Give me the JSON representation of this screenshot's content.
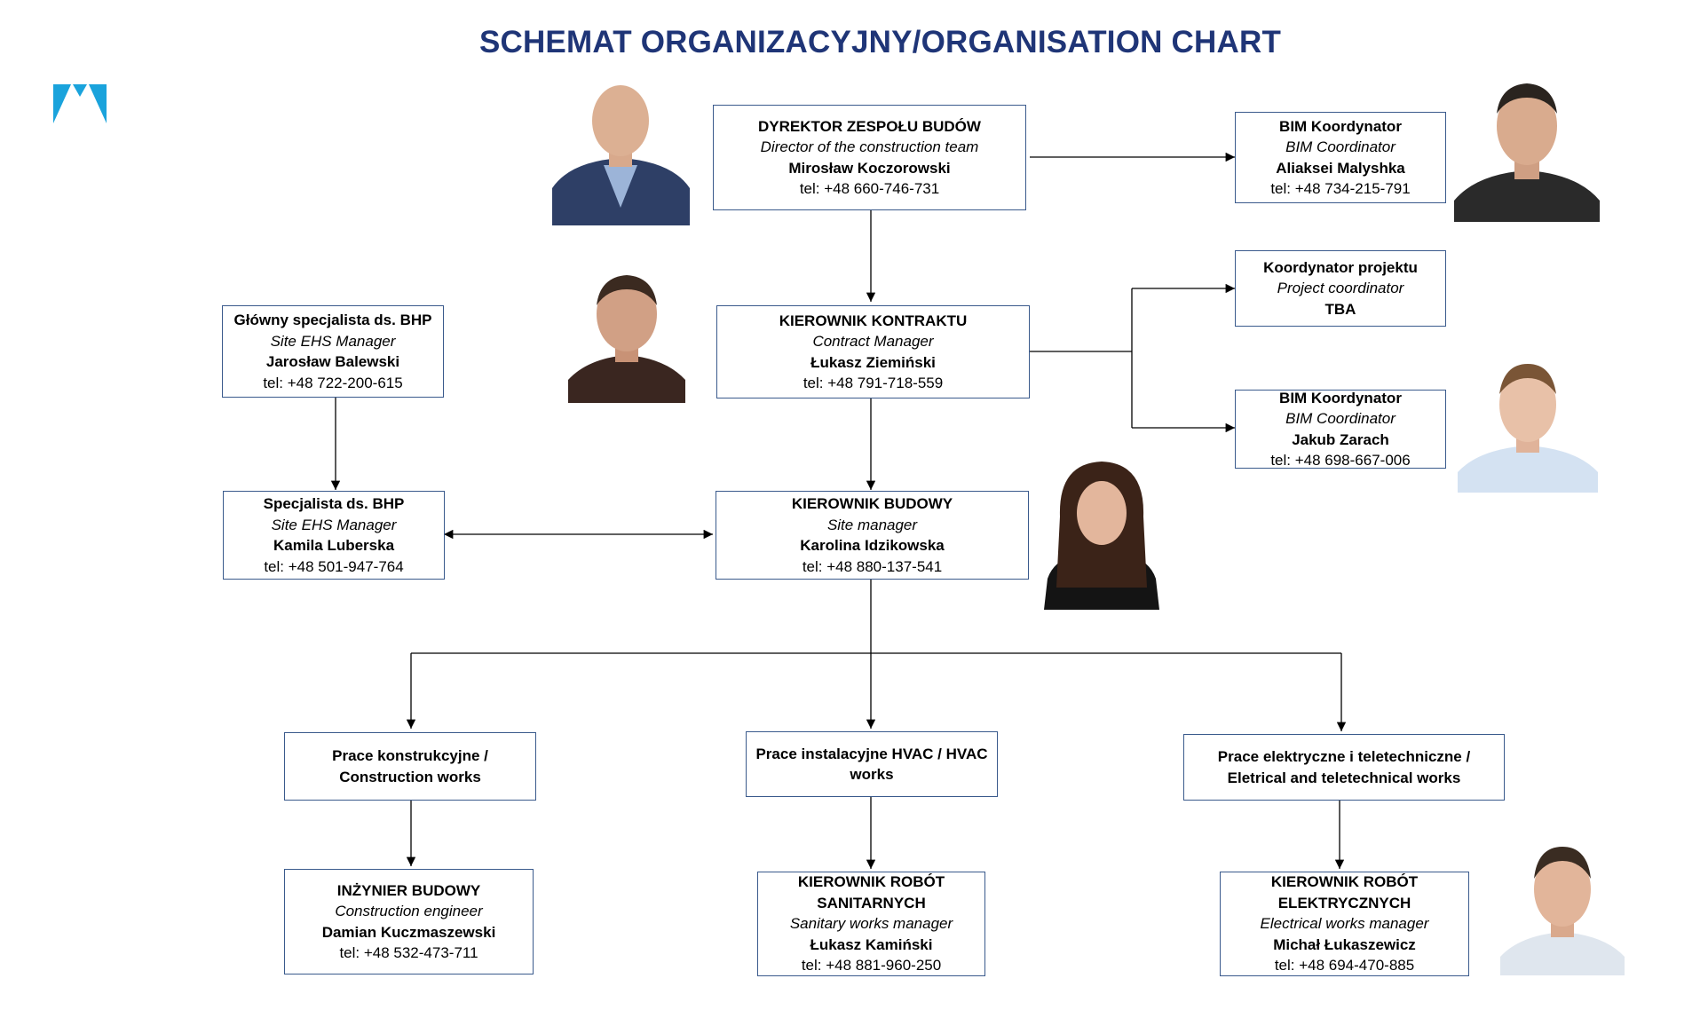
{
  "page_title": "SCHEMAT ORGANIZACYJNY/ORGANISATION CHART",
  "colors": {
    "title": "#1f3577",
    "logo": "#1aa3dc",
    "box_border": "#3a5a8c",
    "line": "#000000"
  },
  "nodes": {
    "director": {
      "title": "DYREKTOR ZESPOŁU BUDÓW",
      "subtitle": "Director of the construction team",
      "name": "Mirosław Koczorowski",
      "phone": "tel: +48 660-746-731"
    },
    "bim1": {
      "title": "BIM Koordynator",
      "subtitle": "BIM Coordinator",
      "name": "Aliaksei Malyshka",
      "phone": "tel: +48 734-215-791"
    },
    "project_coord": {
      "title": "Koordynator projektu",
      "subtitle": "Project coordinator",
      "name": "TBA"
    },
    "ehs_main": {
      "title": "Główny specjalista ds. BHP",
      "subtitle": "Site EHS Manager",
      "name": "Jarosław Balewski",
      "phone": "tel: +48 722-200-615"
    },
    "contract": {
      "title": "KIEROWNIK KONTRAKTU",
      "subtitle": "Contract Manager",
      "name": "Łukasz Ziemiński",
      "phone": "tel: +48 791-718-559"
    },
    "bim2": {
      "title": "BIM Koordynator",
      "subtitle": "BIM Coordinator",
      "name": "Jakub Zarach",
      "phone": "tel: +48 698-667-006"
    },
    "ehs": {
      "title": "Specjalista ds. BHP",
      "subtitle": "Site EHS Manager",
      "name": "Kamila Luberska",
      "phone": "tel: +48 501-947-764"
    },
    "site": {
      "title": "KIEROWNIK BUDOWY",
      "subtitle": "Site manager",
      "name": "Karolina Idzikowska",
      "phone": "tel: +48 880-137-541"
    },
    "construction_works": {
      "line1": "Prace konstrukcyjne /",
      "line2": "Construction works"
    },
    "hvac_works": {
      "line1": "Prace instalacyjne HVAC / HVAC",
      "line2": "works"
    },
    "electrical_works": {
      "line1": "Prace elektryczne i teletechniczne /",
      "line2": "Eletrical and teletechnical works"
    },
    "engineer": {
      "title": "INŻYNIER BUDOWY",
      "subtitle": "Construction engineer",
      "name": "Damian Kuczmaszewski",
      "phone": "tel: +48 532-473-711"
    },
    "sanitary": {
      "title": "KIEROWNIK ROBÓT SANITARNYCH",
      "subtitle": "Sanitary works manager",
      "name": "Łukasz Kamiński",
      "phone": "tel: +48 881-960-250"
    },
    "electrical": {
      "title": "KIEROWNIK ROBÓT ELEKTRYCZNYCH",
      "subtitle": "Electrical works manager",
      "name": "Michał Łukaszewicz",
      "phone": "tel: +48 694-470-885"
    }
  }
}
